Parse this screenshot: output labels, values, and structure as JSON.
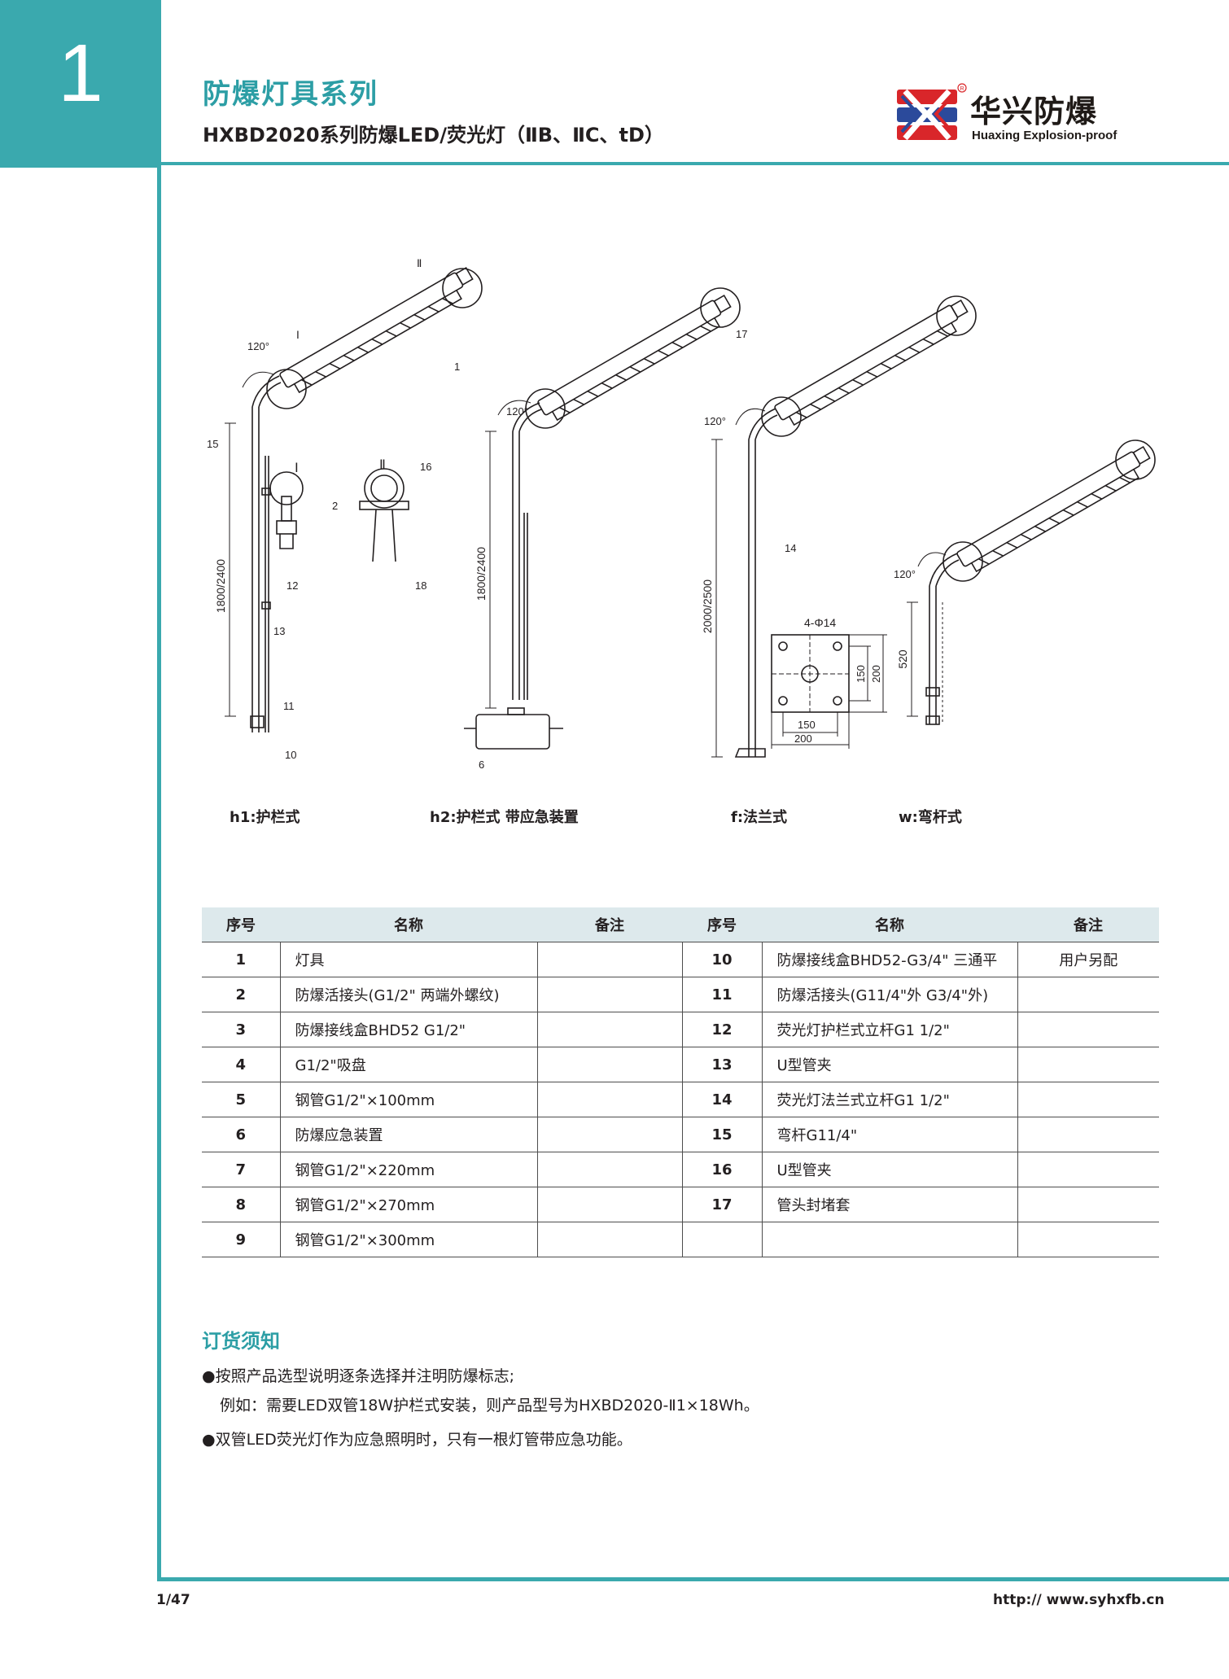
{
  "header": {
    "section_number": "1",
    "title": "防爆灯具系列",
    "subtitle": "HXBD2020系列防爆LED/荧光灯（ⅡB、ⅡC、tD）"
  },
  "logo": {
    "name_cn": "华兴防爆",
    "name_en": "Huaxing Explosion-proof",
    "registered_mark": "R"
  },
  "drawing": {
    "captions": [
      "h1:护栏式",
      "h2:护栏式 带应急装置",
      "f:法兰式",
      "w:弯杆式"
    ],
    "dimensions": {
      "h1_height": "1800/2400",
      "h2_height": "1800/2400",
      "f_height": "2000/2500",
      "w_height": "520",
      "angle": "120°",
      "bolt_holes": "4-Φ14",
      "flange_inner": "150",
      "flange_outer": "200"
    },
    "detail_labels": [
      "Ⅰ",
      "Ⅱ"
    ],
    "part_callouts": [
      "1",
      "2",
      "6",
      "10",
      "11",
      "12",
      "13",
      "14",
      "15",
      "16",
      "17",
      "18"
    ]
  },
  "parts_table": {
    "headers": [
      "序号",
      "名称",
      "备注",
      "序号",
      "名称",
      "备注"
    ],
    "rows": [
      {
        "no1": "1",
        "name1": "灯具",
        "note1": "",
        "no2": "10",
        "name2": "防爆接线盒BHD52-G3/4\" 三通平",
        "note2": "用户另配"
      },
      {
        "no1": "2",
        "name1": "防爆活接头(G1/2\" 两端外螺纹)",
        "note1": "",
        "no2": "11",
        "name2": "防爆活接头(G11/4\"外 G3/4\"外)",
        "note2": ""
      },
      {
        "no1": "3",
        "name1": "防爆接线盒BHD52  G1/2\"",
        "note1": "",
        "no2": "12",
        "name2": "荧光灯护栏式立杆G1 1/2\"",
        "note2": ""
      },
      {
        "no1": "4",
        "name1": "G1/2\"吸盘",
        "note1": "",
        "no2": "13",
        "name2": "U型管夹",
        "note2": ""
      },
      {
        "no1": "5",
        "name1": "钢管G1/2\"×100mm",
        "note1": "",
        "no2": "14",
        "name2": "荧光灯法兰式立杆G1 1/2\"",
        "note2": ""
      },
      {
        "no1": "6",
        "name1": "防爆应急装置",
        "note1": "",
        "no2": "15",
        "name2": "弯杆G11/4\"",
        "note2": ""
      },
      {
        "no1": "7",
        "name1": "钢管G1/2\"×220mm",
        "note1": "",
        "no2": "16",
        "name2": "U型管夹",
        "note2": ""
      },
      {
        "no1": "8",
        "name1": "钢管G1/2\"×270mm",
        "note1": "",
        "no2": "17",
        "name2": "管头封堵套",
        "note2": ""
      },
      {
        "no1": "9",
        "name1": "钢管G1/2\"×300mm",
        "note1": "",
        "no2": "",
        "name2": "",
        "note2": ""
      }
    ]
  },
  "ordering": {
    "title": "订货须知",
    "line1": "●按照产品选型说明逐条选择并注明防爆标志;",
    "line2": "例如：需要LED双管18W护栏式安装，则产品型号为HXBD2020-Ⅱ1×18Wh。",
    "line3": "●双管LED荧光灯作为应急照明时，只有一根灯管带应急功能。"
  },
  "footer": {
    "page": "1/47",
    "website": "http:// www.syhxfb.cn"
  },
  "colors": {
    "accent": "#3aa9ae",
    "title_teal": "#2c9ea5",
    "logo_red": "#d9262a",
    "logo_blue": "#2b4a9b",
    "table_header_bg": "#dde9ec"
  }
}
